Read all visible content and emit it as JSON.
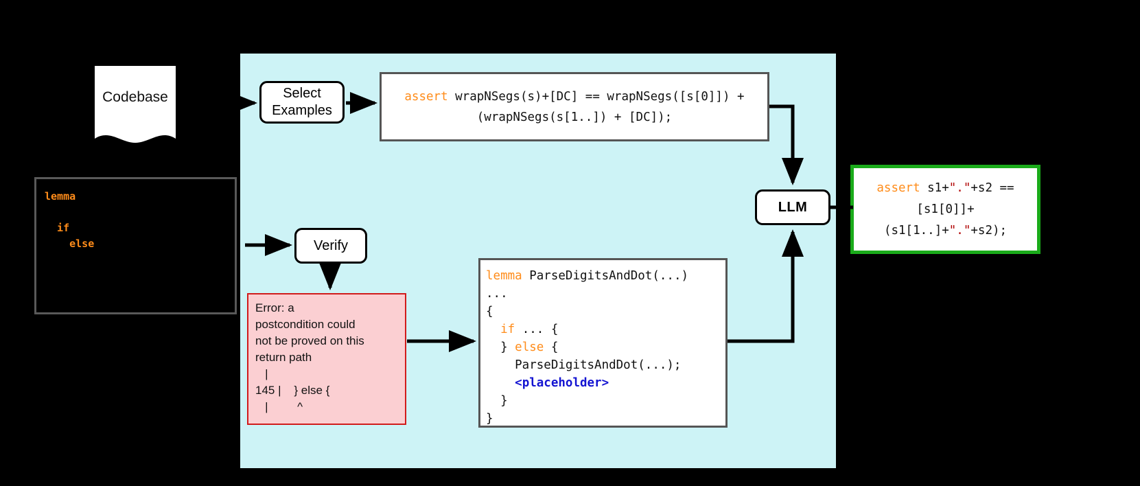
{
  "colors": {
    "panel_bg": "#cdf3f6",
    "page_bg": "#000000",
    "keyword_orange": "#ff8c1a",
    "placeholder_blue": "#1414d2",
    "string_red": "#b00000",
    "error_bg": "#fbcfd2",
    "error_border": "#d11b1b",
    "success_border": "#1aab1a",
    "code_border": "#555555"
  },
  "codebase": {
    "label": "Codebase"
  },
  "left_code": {
    "lines": [
      {
        "keyword": "lemma",
        "indent": 0,
        "rest": ""
      },
      {
        "keyword": "",
        "indent": 0,
        "rest": ""
      },
      {
        "keyword": "if",
        "indent": 1,
        "rest": ""
      },
      {
        "keyword": "else",
        "indent": 2,
        "rest": ""
      }
    ],
    "line1": "lemma",
    "line2": "",
    "line3": "  if",
    "line4": "    else"
  },
  "nodes": {
    "select_examples": "Select\nExamples",
    "select_examples_line1": "Select",
    "select_examples_line2": "Examples",
    "verify": "Verify",
    "llm": "LLM"
  },
  "assert_box": {
    "keyword": "assert",
    "line1_rest": " wrapNSegs(s)+[DC] == wrapNSegs([s[0]]) +",
    "line2": "(wrapNSegs(s[1..]) + [DC]);"
  },
  "error_box": {
    "line1": "Error: a",
    "line2": "postcondition could",
    "line3": "not be proved on this",
    "line4": "return path",
    "line5": "   |",
    "line6": "145 |    } else {",
    "line7": "   |         ^"
  },
  "lemma_box": {
    "l1_kw": "lemma",
    "l1_rest": " ParseDigitsAndDot(...)",
    "l2": "...",
    "l3": "{",
    "l4_indent": "  ",
    "l4_kw": "if",
    "l4_rest": " ... {",
    "l5_indent": "  ",
    "l5_pre": "} ",
    "l5_kw": "else",
    "l5_rest": " {",
    "l6": "    ParseDigitsAndDot(...);",
    "l7_indent": "    ",
    "l7_placeholder": "<placeholder>",
    "l8": "  }",
    "l9": "}"
  },
  "green_box": {
    "keyword": "assert",
    "line1_a": " s1+",
    "line1_str": "\".\"",
    "line1_b": "+s2 ==",
    "line2": "[s1[0]]+",
    "line3_a": "(s1[1..]+",
    "line3_str": "\".\"",
    "line3_b": "+s2);"
  },
  "edges": [
    {
      "name": "codebase-to-select"
    },
    {
      "name": "select-to-assert"
    },
    {
      "name": "assert-to-llm"
    },
    {
      "name": "leftcode-to-verify"
    },
    {
      "name": "verify-to-error"
    },
    {
      "name": "error-to-lemma"
    },
    {
      "name": "lemma-to-llm"
    },
    {
      "name": "llm-to-output"
    }
  ]
}
